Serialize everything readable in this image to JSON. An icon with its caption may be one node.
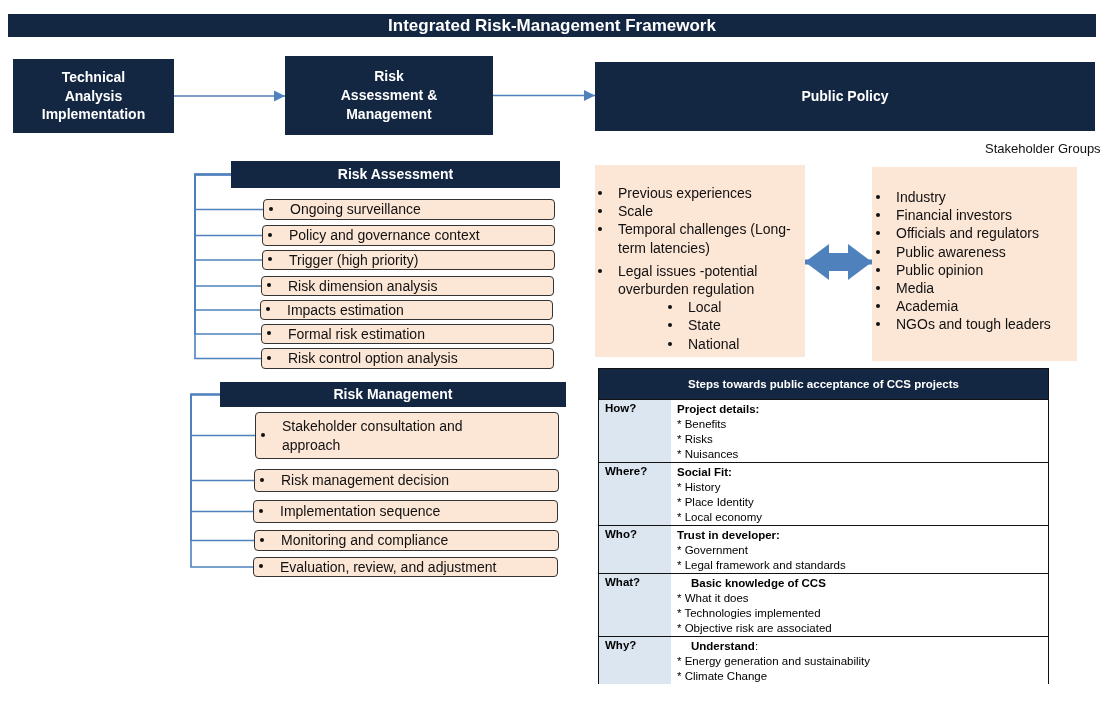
{
  "diagram": {
    "title": "Integrated Risk-Management Framework",
    "nodes": [
      {
        "text": [
          "Technical Analysis Implementation"
        ]
      },
      {
        "text": [
          "Risk Assessment & Management"
        ]
      },
      {
        "text": [
          "Public  Policy"
        ]
      },
      {
        "text": [
          "Risk  Assessment"
        ]
      },
      {
        "text": [
          "Ongoing surveillance"
        ]
      },
      {
        "text": [
          "Policy and governance context"
        ]
      },
      {
        "text": [
          "Trigger (high priority)"
        ]
      },
      {
        "text": [
          "Risk dimension analysis"
        ]
      },
      {
        "text": [
          "Impacts estimation"
        ]
      },
      {
        "text": [
          "Formal risk estimation"
        ]
      },
      {
        "text": [
          "Risk control option analysis"
        ]
      },
      {
        "text": [
          "Risk Management"
        ]
      },
      {
        "text": [
          "Stakeholder consultation and approach"
        ]
      },
      {
        "text": [
          "Risk management decision"
        ]
      },
      {
        "text": [
          "Implementation sequence"
        ]
      },
      {
        "text": [
          "Monitoring and compliance"
        ]
      },
      {
        "text": [
          "Evaluation, review, and adjustment"
        ]
      },
      {
        "text": [
          "Previous experiences",
          "Scale",
          "Temporal challenges (Long-term latencies)",
          "Legal issues -potential overburden regulation",
          "Local",
          "State",
          "National"
        ]
      },
      {
        "text": [
          "Industry",
          "Financial investors",
          "Officials and regulators",
          "Public awareness",
          "Public opinion",
          "Media",
          "Academia",
          "NGOs and tough leaders"
        ],
        "beside": [
          "Stakeholder Groups"
        ]
      }
    ],
    "edges": [
      {
        "from": 0,
        "to": 1,
        "arrow": "to"
      },
      {
        "from": 1,
        "to": 2,
        "arrow": "to"
      },
      {
        "from": 3,
        "to": 4,
        "arrow": "none"
      },
      {
        "from": 3,
        "to": 5,
        "arrow": "none"
      },
      {
        "from": 3,
        "to": 6,
        "arrow": "none"
      },
      {
        "from": 3,
        "to": 7,
        "arrow": "none"
      },
      {
        "from": 3,
        "to": 8,
        "arrow": "none"
      },
      {
        "from": 3,
        "to": 9,
        "arrow": "none"
      },
      {
        "from": 3,
        "to": 10,
        "arrow": "none"
      },
      {
        "from": 11,
        "to": 12,
        "arrow": "none"
      },
      {
        "from": 11,
        "to": 13,
        "arrow": "none"
      },
      {
        "from": 11,
        "to": 14,
        "arrow": "none"
      },
      {
        "from": 11,
        "to": 15,
        "arrow": "none"
      },
      {
        "from": 11,
        "to": 16,
        "arrow": "none"
      },
      {
        "from": 17,
        "to": 18,
        "arrow": "both",
        "style": "thick"
      }
    ],
    "labels": [
      "Steps towards public acceptance of CCS projects",
      "How?",
      "Project details:",
      "* Benefits",
      "* Risks",
      "* Nuisances",
      "Where?",
      "Social Fit:",
      "* History",
      "* Place Identity",
      "* Local economy",
      "Who?",
      "Trust in developer:",
      "* Government",
      "* Legal framework and standards",
      "What?",
      "Basic knowledge of CCS",
      "* What it does",
      "* Technologies implemented",
      "* Objective risk are associated",
      "Why?",
      "**Understand**:",
      "* Energy generation and sustainability",
      "* Climate Change"
    ]
  }
}
